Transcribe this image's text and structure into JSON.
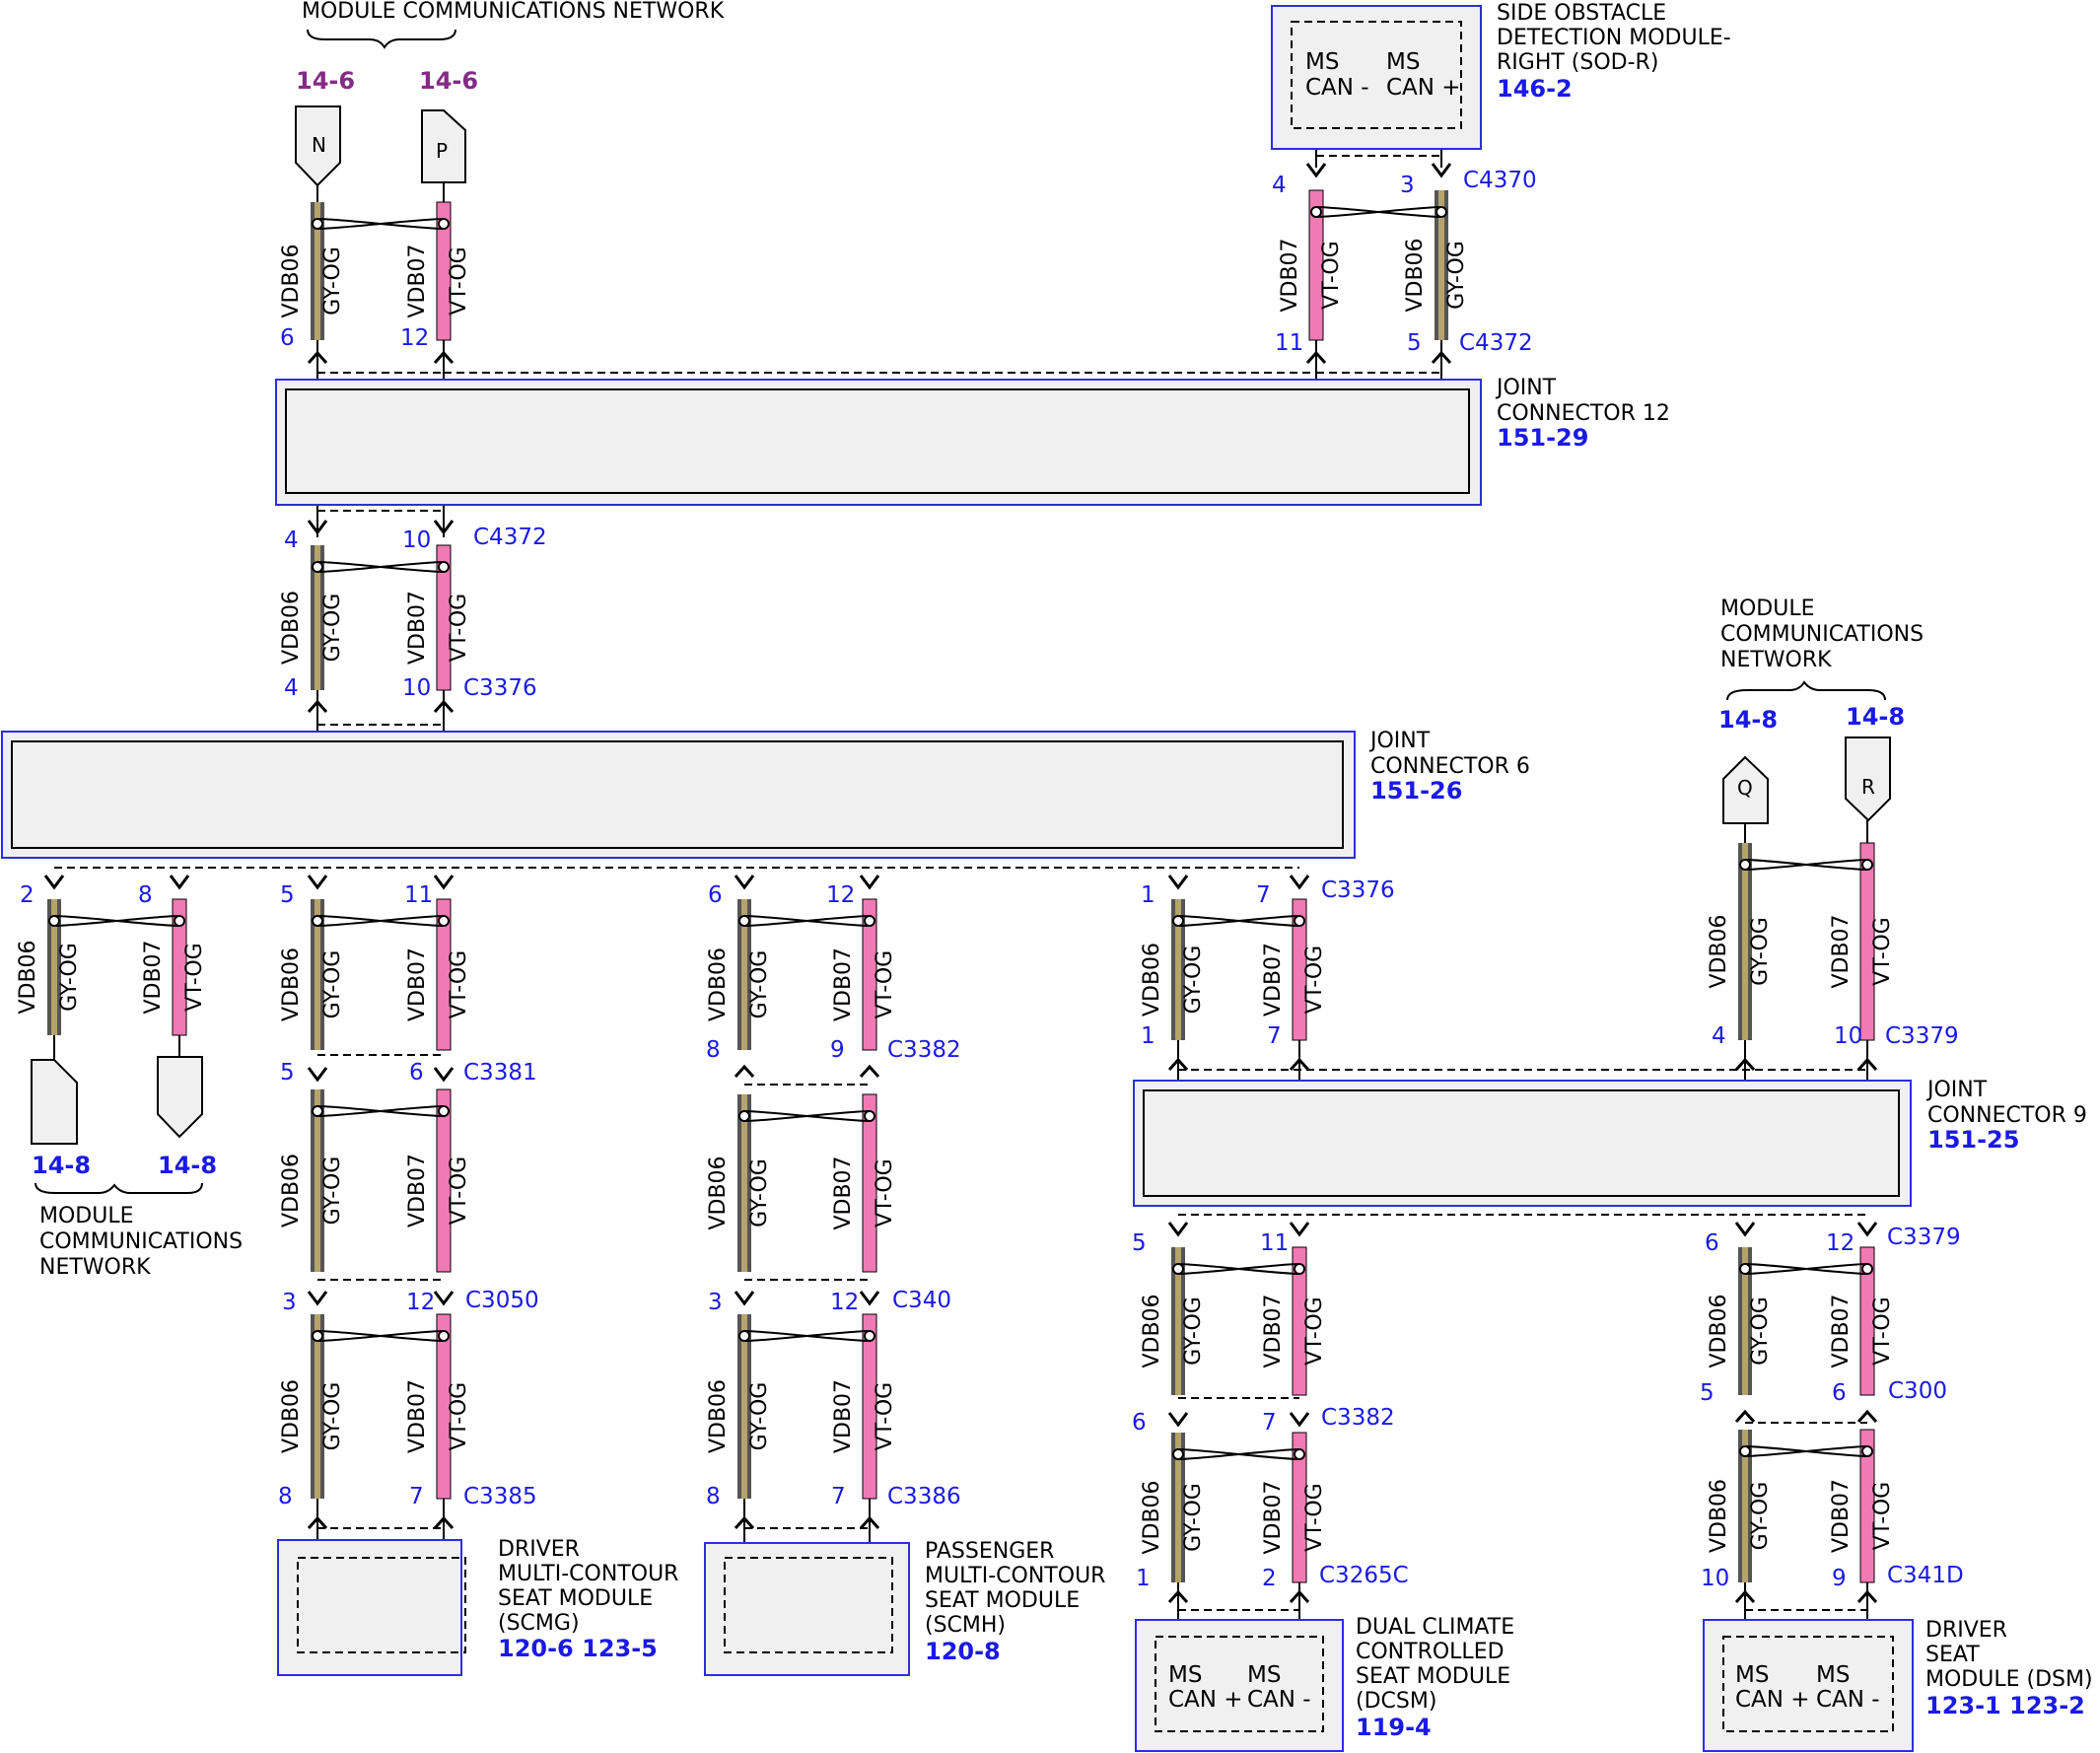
{
  "palette": {
    "gy_og_core": "#b5a36a",
    "gy_og_edge": "#555555",
    "vt_og_fill": "#f07ab4",
    "module_border": "#2d2de0",
    "panel_fill": "#f0f0f0",
    "pin_blue": "#1a1ae6",
    "ref_purple": "#862a86"
  },
  "wire_colors": {
    "gy": "GY-OG",
    "vt": "VT-OG"
  },
  "circuits": {
    "c06": "VDB06",
    "c07": "VDB07"
  },
  "network": {
    "label_l1": "MODULE",
    "label_l2": "COMMUNICATIONS",
    "label_l3": "NETWORK"
  },
  "top_network": {
    "label": "MODULE COMMUNICATIONS NETWORK",
    "ref_n": "14-6",
    "ref_p": "14-6",
    "tag_n": "N",
    "tag_p": "P"
  },
  "left_network": {
    "ref_a": "14-8",
    "ref_b": "14-8"
  },
  "right_network": {
    "ref_q": "14-8",
    "ref_r": "14-8",
    "tag_q": "Q",
    "tag_r": "R"
  },
  "sodr": {
    "l1": "SIDE OBSTACLE",
    "l2": "DETECTION MODULE-",
    "l3": "RIGHT (SOD-R)",
    "ref": "146-2",
    "ms": "MS",
    "can_minus": "CAN -",
    "can_plus": "CAN +"
  },
  "jc12": {
    "l1": "JOINT",
    "l2": "CONNECTOR 12",
    "ref": "151-29"
  },
  "jc6": {
    "l1": "JOINT",
    "l2": "CONNECTOR 6",
    "ref": "151-26"
  },
  "jc9": {
    "l1": "JOINT",
    "l2": "CONNECTOR 9",
    "ref": "151-25"
  },
  "connectors": {
    "c4370": "C4370",
    "c4372": "C4372",
    "c3376": "C3376",
    "c3381": "C3381",
    "c3050": "C3050",
    "c3385": "C3385",
    "c3382": "C3382",
    "c340": "C340",
    "c3386": "C3386",
    "c3379": "C3379",
    "c3265c": "C3265C",
    "c300": "C300",
    "c341d": "C341D"
  },
  "pins": {
    "p1": "1",
    "p2": "2",
    "p3": "3",
    "p4": "4",
    "p5": "5",
    "p6": "6",
    "p7": "7",
    "p8": "8",
    "p9": "9",
    "p10": "10",
    "p11": "11",
    "p12": "12"
  },
  "scmg": {
    "l1": "DRIVER",
    "l2": "MULTI-CONTOUR",
    "l3": "SEAT MODULE",
    "l4": "(SCMG)",
    "ref": "120-6 123-5"
  },
  "scmh": {
    "l1": "PASSENGER",
    "l2": "MULTI-CONTOUR",
    "l3": "SEAT MODULE",
    "l4": "(SCMH)",
    "ref": "120-8"
  },
  "dcsm": {
    "l1": "DUAL CLIMATE",
    "l2": "CONTROLLED",
    "l3": "SEAT MODULE",
    "l4": "(DCSM)",
    "ref": "119-4",
    "ms": "MS",
    "can_plus": "CAN +",
    "can_minus": "CAN -"
  },
  "dsm": {
    "l1": "DRIVER",
    "l2": "SEAT",
    "l3": "MODULE (DSM)",
    "ref": "123-1 123-2",
    "ms": "MS",
    "can_plus": "CAN +",
    "can_minus": "CAN -"
  }
}
